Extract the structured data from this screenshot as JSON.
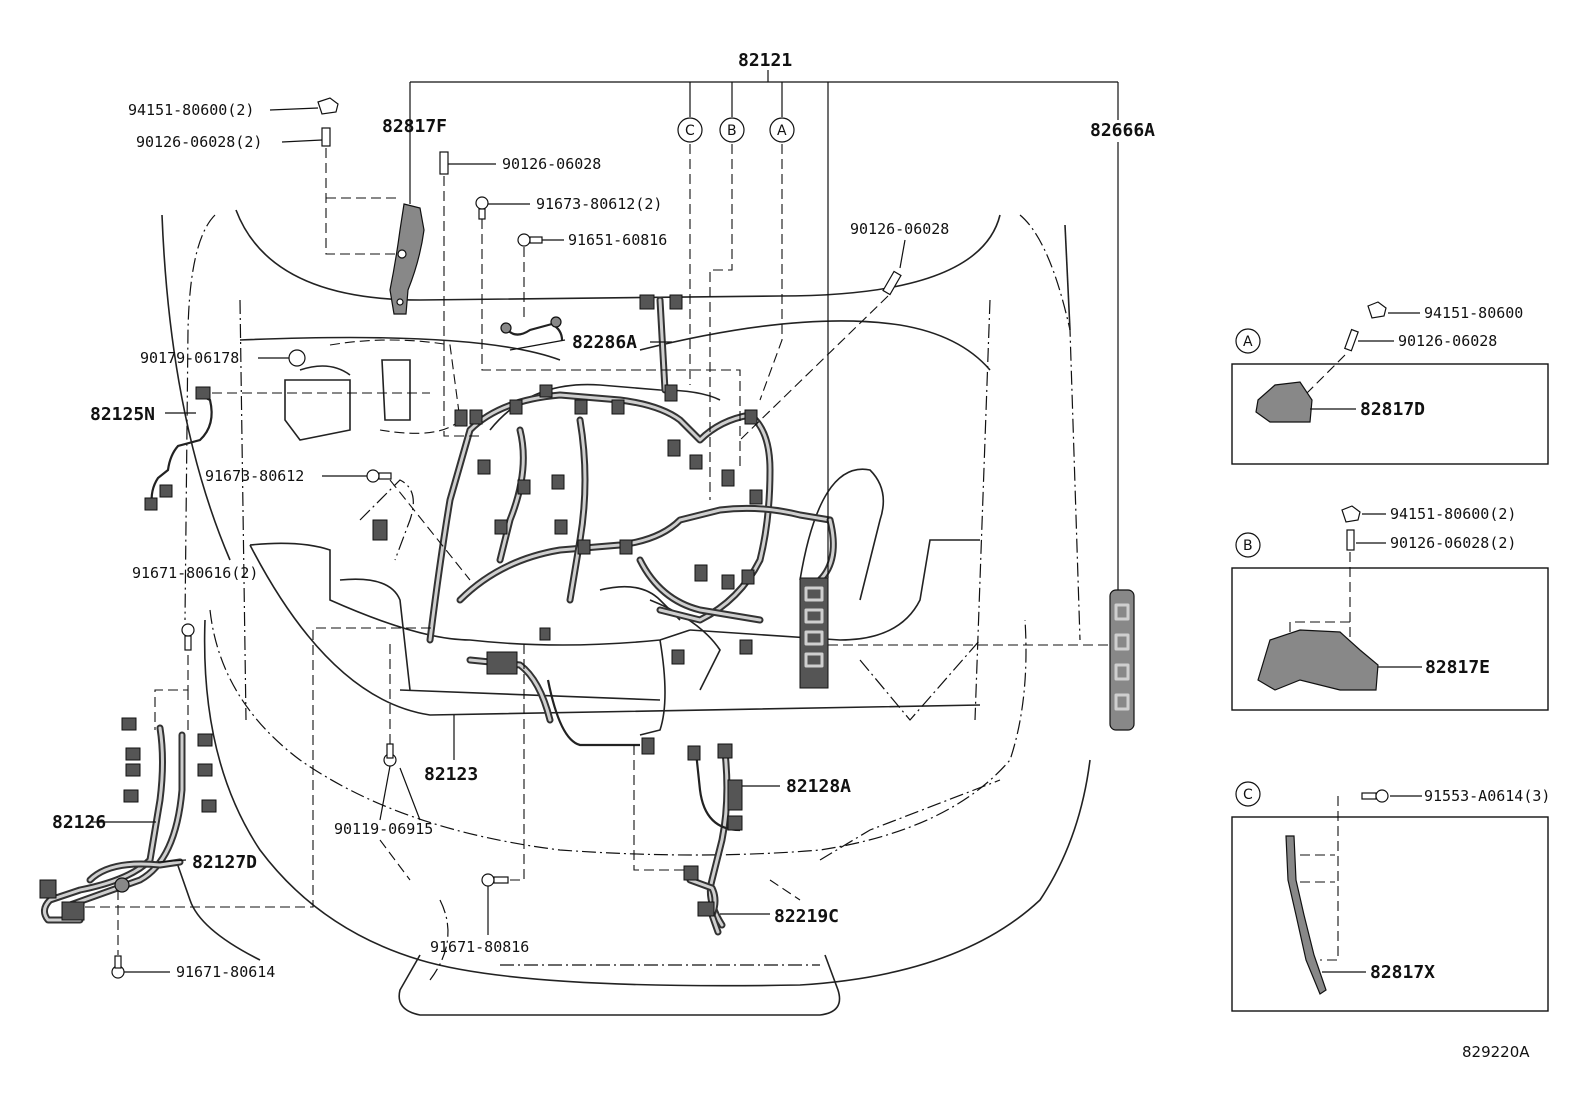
{
  "main_part": "82121",
  "labels": {
    "p82817F": "82817F",
    "p82666A": "82666A",
    "p82286A": "82286A",
    "p82125N": "82125N",
    "p82123": "82123",
    "p82128A": "82128A",
    "p82126": "82126",
    "p82127D": "82127D",
    "p82219C": "82219C",
    "p94151_80600_2": "94151-80600(2)",
    "p90126_06028_2": "90126-06028(2)",
    "p90126_06028_a": "90126-06028",
    "p91673_80612_2": "91673-80612(2)",
    "p91651_60816": "91651-60816",
    "p90126_06028_b": "90126-06028",
    "p90179_06178": "90179-06178",
    "p91673_80612": "91673-80612",
    "p91671_80616_2": "91671-80616(2)",
    "p90119_06915": "90119-06915",
    "p91671_80816": "91671-80816",
    "p91671_80614": "91671-80614"
  },
  "callouts": [
    "C",
    "B",
    "A"
  ],
  "detail_a": {
    "circle": "A",
    "nut": "94151-80600",
    "stud": "90126-06028",
    "part": "82817D"
  },
  "detail_b": {
    "circle": "B",
    "nut": "94151-80600(2)",
    "stud": "90126-06028(2)",
    "part": "82817E"
  },
  "detail_c": {
    "circle": "C",
    "bolt": "91553-A0614(3)",
    "part": "82817X"
  },
  "reference": "829220A"
}
